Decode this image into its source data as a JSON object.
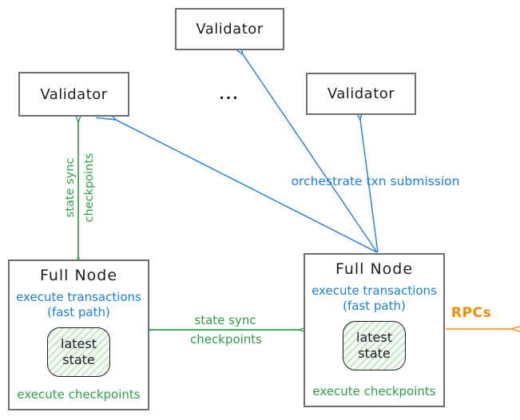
{
  "nodes": {
    "validator_top": {
      "label": "Validator"
    },
    "validator_left": {
      "label": "Validator"
    },
    "validator_right": {
      "label": "Validator"
    },
    "ellipsis": "...",
    "full_node_left": {
      "title": "Full Node",
      "exec_txn_line1": "execute transactions",
      "exec_txn_line2": "(fast path)",
      "state_line1": "latest",
      "state_line2": "state",
      "exec_checkpoints": "execute checkpoints"
    },
    "full_node_right": {
      "title": "Full Node",
      "exec_txn_line1": "execute transactions",
      "exec_txn_line2": "(fast path)",
      "state_line1": "latest",
      "state_line2": "state",
      "exec_checkpoints": "execute checkpoints"
    }
  },
  "edges": {
    "state_sync_vertical": {
      "label_line1": "state sync",
      "label_line2": "checkpoints",
      "color": "#2f9e44"
    },
    "state_sync_horizontal": {
      "label_line1": "state sync",
      "label_line2": "checkpoints",
      "color": "#2f9e44"
    },
    "orchestrate": {
      "label": "orchestrate txn submission",
      "color": "#1c7ed6"
    },
    "rpcs": {
      "label": "RPCs",
      "color": "#f08c00"
    }
  },
  "colors": {
    "blue": "#1c7ed6",
    "green": "#2f9e44",
    "orange": "#f08c00",
    "box_border": "#6f6f6f",
    "text": "#1e1e1e",
    "background": "#ffffff"
  }
}
